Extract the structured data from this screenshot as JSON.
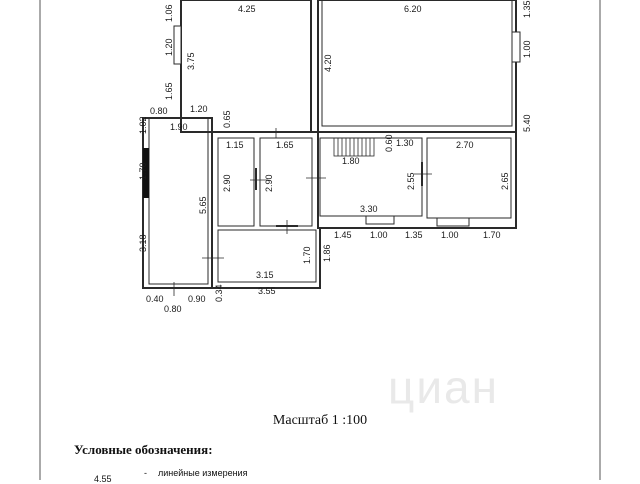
{
  "scale_label": "Масштаб 1 :100",
  "legend": {
    "title": "Условные обозначения:",
    "items": [
      {
        "sample": "4.55",
        "dash": "-",
        "text": "линейные измерения"
      }
    ]
  },
  "watermark": "циан",
  "dimensions": {
    "top_left_room_width": "4.25",
    "top_right_room_width": "6.20",
    "top_left_room_height": "3.75",
    "top_right_room_height": "4.20",
    "left_seg_top": "1.06",
    "left_window": "1.20",
    "left_seg_bottom": "1.65",
    "right_seg_top": "1.35",
    "right_window": "1.00",
    "right_side_total": "5.40",
    "corr_a": "0.80",
    "corr_b": "1.20",
    "corr_c": "0.65",
    "left_room_width": "1.90",
    "left_top_offset": "1.02",
    "left_window_len": "1.70",
    "left_room_length": "5.65",
    "left_bottom_seg": "3.18",
    "bath_width": "1.15",
    "bath_height": "2.90",
    "wc_width": "1.65",
    "wc_height": "2.90",
    "stairs_width": "1.80",
    "stairs_top": "1.30",
    "stairs_small": "0.60",
    "hall_height": "2.55",
    "hall_width": "3.30",
    "right_room_width": "2.70",
    "right_room_height": "2.65",
    "bottom_seg_1": "1.45",
    "bottom_seg_2": "1.00",
    "bottom_seg_3": "1.35",
    "bottom_seg_4": "1.00",
    "bottom_seg_5": "1.70",
    "lower_room_width": "3.15",
    "lower_room_height": "1.70",
    "lower_outer": "1.86",
    "outer_bottom_width": "3.55",
    "small_034": "0.34",
    "bot_left_040": "0.40",
    "bot_left_080": "0.80",
    "bot_left_090": "0.90"
  }
}
